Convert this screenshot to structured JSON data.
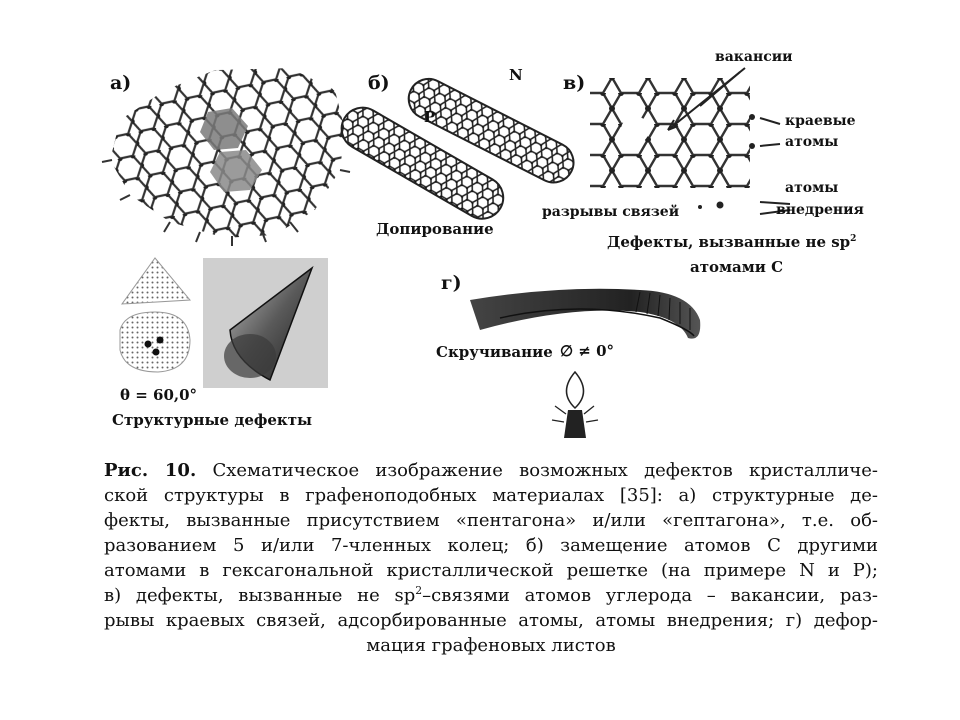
{
  "panels": {
    "a_letter": "а)",
    "b_letter": "б)",
    "v_letter": "в)",
    "g_letter": "г)"
  },
  "labels": {
    "n_atom": "N",
    "p_atom": "P",
    "doping": "Допирование",
    "vacancies": "вакансии",
    "edge_atoms_1": "краевые",
    "edge_atoms_2": "атомы",
    "interstitial_1": "атомы",
    "interstitial_2": "внедрения",
    "bond_breaks": "разрывы связей",
    "non_sp2_1": "Дефекты, вызванные не sp",
    "non_sp2_sup": "2",
    "non_sp2_2": "атомами С",
    "theta": "θ = 60,0°",
    "structural": "Структурные дефекты",
    "twisting": "Скручивание",
    "twist_formula": "∅ ≠ 0°"
  },
  "caption": {
    "fig_label": "Рис. 10.",
    "line1": " Схематическое изображение возможных дефектов кристалличе-",
    "line2": "ской структуры в графеноподобных материалах [35]: а) структурные де-",
    "line3": "фекты, вызванные присутствием «пентагона» и/или «гептагона», т.е. об-",
    "line4": "разованием 5 и/или 7-членных колец; б) замещение атомов С другими",
    "line5": "атомами в гексагональной кристаллической решетке (на примере N и P);",
    "line6a": "в) дефекты, вызванные не sp",
    "line6sup": "2",
    "line6b": "–связями атомов углерода – вакансии, раз-",
    "line7": "рывы краевых связей, адсорбированные атомы, атомы внедрения; г) дефор-",
    "line8": "мация графеновых листов"
  }
}
